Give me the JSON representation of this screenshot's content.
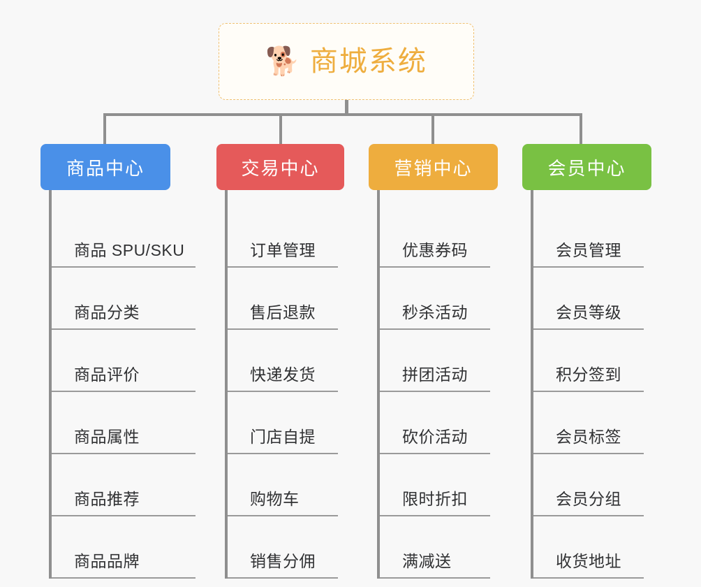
{
  "root": {
    "icon": "shiba-dog-face-emoji",
    "icon_glyph": "🐕",
    "title": "商城系统",
    "text_color": "#eead3e",
    "border_color": "#f0c070",
    "background": "#fffdf8"
  },
  "canvas": {
    "background": "#f8f8f8",
    "connector_color": "#8f8f8f"
  },
  "columns": [
    {
      "id": "product-center",
      "title": "商品中心",
      "color": "#4a90e8",
      "items": [
        "商品 SPU/SKU",
        "商品分类",
        "商品评价",
        "商品属性",
        "商品推荐",
        "商品品牌"
      ]
    },
    {
      "id": "trade-center",
      "title": "交易中心",
      "color": "#e55a5a",
      "items": [
        "订单管理",
        "售后退款",
        "快递发货",
        "门店自提",
        "购物车",
        "销售分佣"
      ]
    },
    {
      "id": "marketing-center",
      "title": "营销中心",
      "color": "#eead3e",
      "items": [
        "优惠券码",
        "秒杀活动",
        "拼团活动",
        "砍价活动",
        "限时折扣",
        "满减送"
      ]
    },
    {
      "id": "member-center",
      "title": "会员中心",
      "color": "#79c143",
      "items": [
        "会员管理",
        "会员等级",
        "积分签到",
        "会员标签",
        "会员分组",
        "收货地址"
      ]
    }
  ]
}
